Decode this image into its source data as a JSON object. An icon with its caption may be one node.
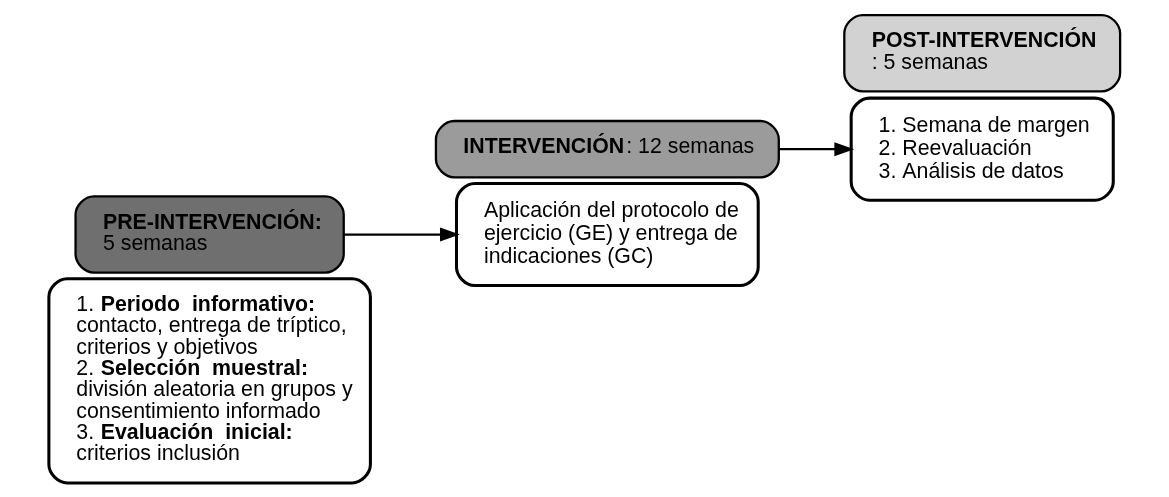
{
  "diagram": {
    "nodes": [
      {
        "text": [
          "1. **Periodo informativo:** contacto, entrega de tríptico, criterios y objetivos",
          "2. **Selección muestral:** división aleatoria en grupos y consentimiento informado",
          "3. **Evaluación inicial:** criterios inclusión"
        ]
      },
      {
        "text": [
          "PRE-INTERVENCIÓN:",
          "5 semanas"
        ]
      },
      {
        "text": [
          "Aplicación del protocolo de ejercicio (GE) y entrega de indicaciones (GC)"
        ]
      },
      {
        "text": [
          "**INTERVENCIÓN**: 12 semanas"
        ]
      },
      {
        "text": [
          "1. Semana de margen",
          "2. Reevaluación",
          "3. Análisis de datos"
        ]
      },
      {
        "text": [
          "POST-INTERVENCIÓN",
          ": 5 semanas"
        ]
      }
    ],
    "edges": [
      {
        "from": 1,
        "to": 2,
        "arrow": "to"
      },
      {
        "from": 3,
        "to": 4,
        "arrow": "to"
      }
    ]
  }
}
